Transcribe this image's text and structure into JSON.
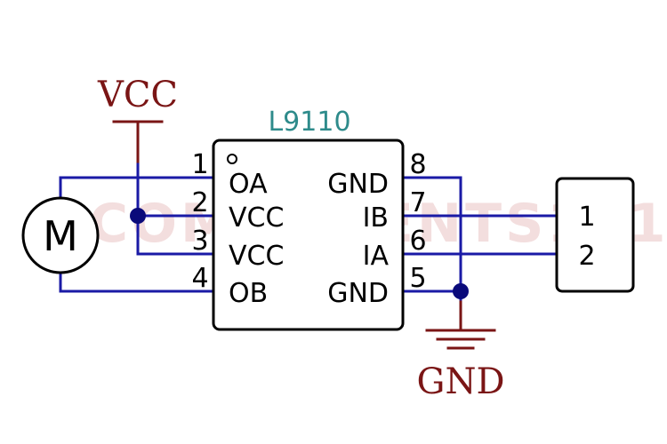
{
  "ic": {
    "part_name": "L9110",
    "pins": [
      {
        "number": "1",
        "name": "OA"
      },
      {
        "number": "2",
        "name": "VCC"
      },
      {
        "number": "3",
        "name": "VCC"
      },
      {
        "number": "4",
        "name": "OB"
      },
      {
        "number": "5",
        "name": "GND"
      },
      {
        "number": "6",
        "name": "IA"
      },
      {
        "number": "7",
        "name": "IB"
      },
      {
        "number": "8",
        "name": "GND"
      }
    ]
  },
  "power": {
    "vcc_label": "VCC",
    "gnd_label": "GND"
  },
  "motor": {
    "symbol": "M"
  },
  "connector": {
    "pins": [
      "1",
      "2"
    ]
  },
  "watermark": {
    "text": "COMPONENTS101"
  },
  "colors": {
    "wire": "#1a1aa6",
    "power": "#7a1515",
    "part_name": "#2e8b8b",
    "junction": "#0a0a7a",
    "outline": "#000000"
  }
}
